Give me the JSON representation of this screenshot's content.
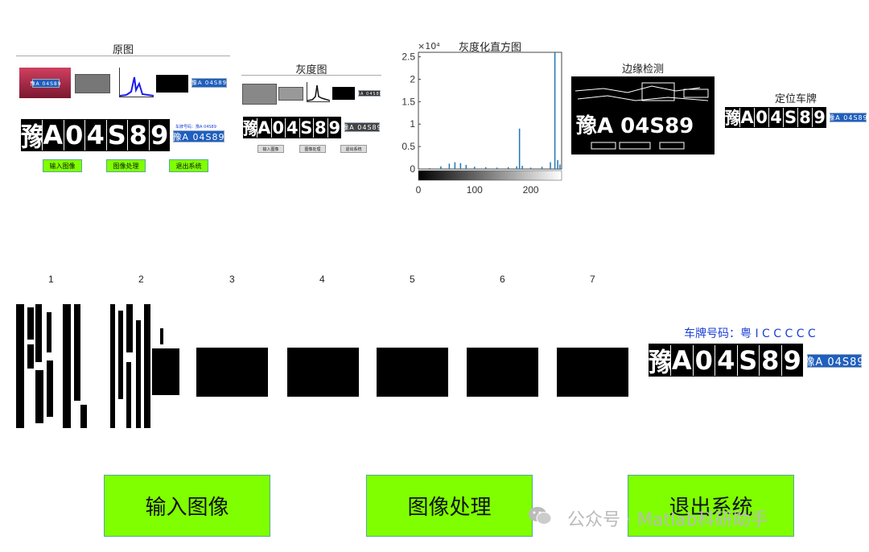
{
  "top_panels": {
    "original": {
      "title": "原图",
      "mini_titles": [
        "原图",
        "灰度图",
        "灰度化直方图",
        "边缘检测",
        "定位车牌"
      ],
      "plate_text": "豫A 04S89",
      "big_plate_chars": [
        "豫",
        "A",
        "0",
        "4",
        "S",
        "8",
        "9"
      ],
      "result_label": "车牌号码：豫A 04S89",
      "buttons": [
        "输入图像",
        "图像处理",
        "退出系统"
      ]
    },
    "gray": {
      "title": "灰度图",
      "plate_text": "豫A 04S89",
      "big_plate_chars": [
        "豫",
        "A",
        "0",
        "4",
        "S",
        "8",
        "9"
      ],
      "buttons": [
        "输入图像",
        "图像处理",
        "退出系统"
      ]
    },
    "histogram": {
      "title": "灰度化直方图",
      "exponent": "×10⁴",
      "y_ticks": [
        "2.5",
        "2",
        "1.5",
        "1",
        "0.5",
        "0"
      ],
      "x_ticks": [
        "0",
        "100",
        "200"
      ]
    },
    "edge": {
      "title": "边缘检测"
    },
    "locate": {
      "title": "定位车牌",
      "plate_text": "豫A 04S89",
      "big_plate_chars": [
        "豫",
        "A",
        "0",
        "4",
        "S",
        "8",
        "9"
      ]
    }
  },
  "segments": {
    "labels": [
      "1",
      "2",
      "3",
      "4",
      "5",
      "6",
      "7"
    ]
  },
  "result": {
    "label": "车牌号码：粤 I C C C C C",
    "big_plate_chars": [
      "豫",
      "A",
      "0",
      "4",
      "S",
      "8",
      "9"
    ],
    "plate_text": "豫A 04S89"
  },
  "buttons": {
    "input": "输入图像",
    "process": "图像处理",
    "exit": "退出系统"
  },
  "watermark": "公众号 · Matlab科研助手",
  "colors": {
    "green_button": "#7fff00",
    "plate_blue": "#1f5fbf",
    "result_text": "#1a3fd6",
    "hist_bar": "#1f77b4"
  },
  "chart_data": {
    "type": "bar",
    "title": "灰度化直方图",
    "xlabel": "",
    "ylabel": "",
    "xlim": [
      0,
      255
    ],
    "ylim": [
      0,
      26000
    ],
    "x": [
      0,
      20,
      40,
      55,
      65,
      75,
      85,
      100,
      120,
      140,
      160,
      175,
      180,
      185,
      200,
      220,
      235,
      243,
      248,
      252
    ],
    "values": [
      0,
      200,
      600,
      1200,
      1500,
      1300,
      900,
      500,
      400,
      300,
      400,
      600,
      9000,
      700,
      300,
      500,
      1500,
      26000,
      2000,
      1000
    ]
  }
}
